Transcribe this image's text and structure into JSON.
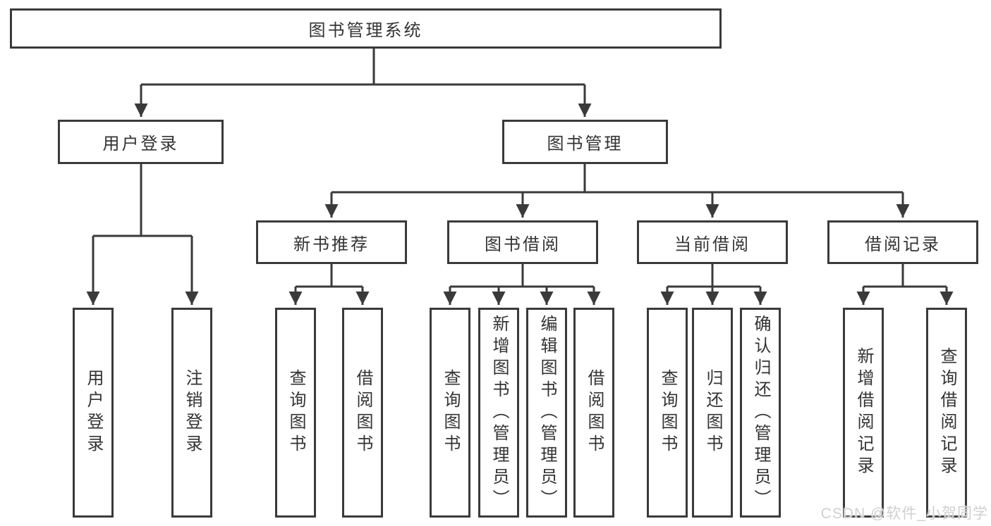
{
  "diagram": {
    "root": {
      "label": "图书管理系统"
    },
    "branches": [
      {
        "label": "用户登录",
        "children": [
          {
            "label": "用户登录"
          },
          {
            "label": "注销登录"
          }
        ]
      },
      {
        "label": "图书管理",
        "children": [
          {
            "label": "新书推荐",
            "children": [
              {
                "label": "查询图书"
              },
              {
                "label": "借阅图书"
              }
            ]
          },
          {
            "label": "图书借阅",
            "children": [
              {
                "label": "查询图书"
              },
              {
                "label": "新增图书（管理员）"
              },
              {
                "label": "编辑图书（管理员）"
              },
              {
                "label": "借阅图书"
              }
            ]
          },
          {
            "label": "当前借阅",
            "children": [
              {
                "label": "查询图书"
              },
              {
                "label": "归还图书"
              },
              {
                "label": "确认归还（管理员）"
              }
            ]
          },
          {
            "label": "借阅记录",
            "children": [
              {
                "label": "新增借阅记录"
              },
              {
                "label": "查询借阅记录"
              }
            ]
          }
        ]
      }
    ]
  },
  "watermark": {
    "text": "CSDN @软件_小贺同学"
  },
  "colors": {
    "line": "#3a3a3a",
    "text": "#333333",
    "box_fill": "#ffffff",
    "watermark": "#d3cecf"
  }
}
